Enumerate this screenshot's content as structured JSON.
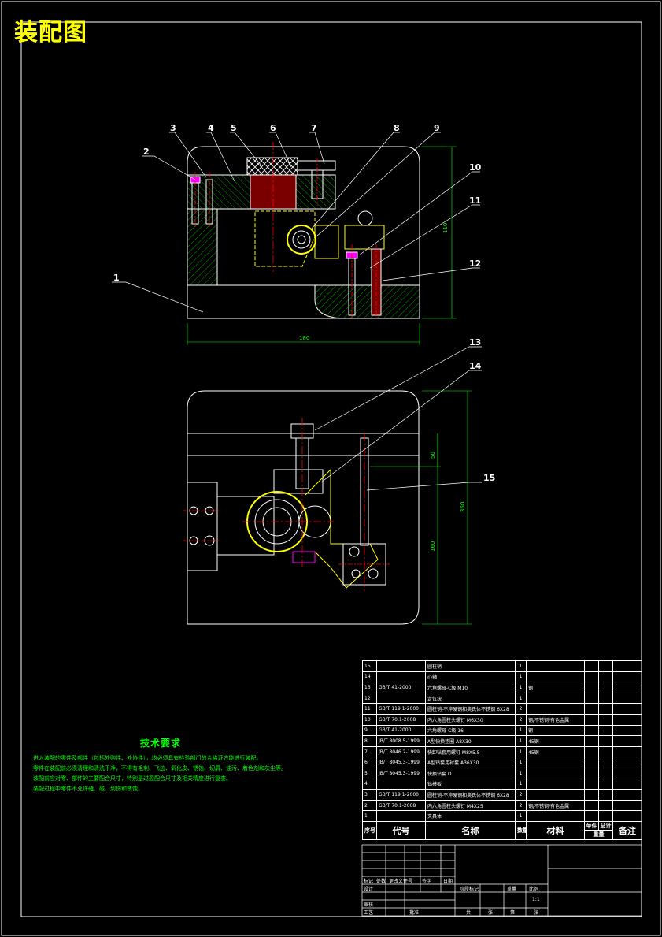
{
  "title": "装配图",
  "tech_requirements": {
    "heading": "技术要求",
    "lines": [
      "进入装配的零件及部件（包括外购件、外协件），均必须具有检验部门的合格证方能进行装配。",
      "零件在装配前必须清理和清洗干净，不得有毛刺、飞边、氧化皮、锈蚀、切屑、油污、着色剂和灰尘等。",
      "装配前应对零、部件的主要配合尺寸，特别是过盈配合尺寸及相关精度进行复查。",
      "装配过程中零件不允许磕、碰、划伤和锈蚀。"
    ]
  },
  "part_labels": [
    "1",
    "2",
    "3",
    "4",
    "5",
    "6",
    "7",
    "8",
    "9",
    "10",
    "11",
    "12",
    "13",
    "14",
    "15"
  ],
  "dimensions": {
    "width": "180",
    "height": "110",
    "top_height": "350",
    "lower_height": "160",
    "top_small": "50"
  },
  "bom": {
    "rows": [
      {
        "no": "15",
        "code": "",
        "name": "圆柱销",
        "qty": "1",
        "material": "",
        "note": ""
      },
      {
        "no": "14",
        "code": "",
        "name": "心轴",
        "qty": "1",
        "material": "",
        "note": ""
      },
      {
        "no": "13",
        "code": "GB/T 41-2000",
        "name": "六角螺母-C级 M10",
        "qty": "1",
        "material": "钢",
        "note": ""
      },
      {
        "no": "12",
        "code": "",
        "name": "定位块",
        "qty": "1",
        "material": "",
        "note": ""
      },
      {
        "no": "11",
        "code": "GB/T 119.1-2000",
        "name": "圆柱销-不淬硬钢和奥氏体不锈钢 6X28",
        "qty": "2",
        "material": "",
        "note": ""
      },
      {
        "no": "10",
        "code": "GB/T 70.1-2008",
        "name": "内六角圆柱头螺钉 M6X30",
        "qty": "2",
        "material": "钢/不锈钢/有色金属",
        "note": ""
      },
      {
        "no": "9",
        "code": "GB/T 41-2000",
        "name": "六角螺母-C级 16",
        "qty": "1",
        "material": "钢",
        "note": ""
      },
      {
        "no": "8",
        "code": "JB/T 8008.5-1999",
        "name": "A型快换垫圈 A8X30",
        "qty": "1",
        "material": "45钢",
        "note": ""
      },
      {
        "no": "7",
        "code": "JB/T 8046.2-1999",
        "name": "快卸钻套用螺钉 M8X5.5",
        "qty": "1",
        "material": "45钢",
        "note": ""
      },
      {
        "no": "6",
        "code": "JB/T 8045.3-1999",
        "name": "A型钻套用衬套 A36X30",
        "qty": "1",
        "material": "",
        "note": ""
      },
      {
        "no": "5",
        "code": "JB/T 8045.3-1999",
        "name": "快换钻套 D",
        "qty": "1",
        "material": "",
        "note": ""
      },
      {
        "no": "4",
        "code": "",
        "name": "钻模板",
        "qty": "1",
        "material": "",
        "note": ""
      },
      {
        "no": "3",
        "code": "GB/T 119.1-2000",
        "name": "圆柱销-不淬硬钢和奥氏体不锈钢 6X28",
        "qty": "2",
        "material": "",
        "note": ""
      },
      {
        "no": "2",
        "code": "GB/T 70.1-2008",
        "name": "内六角圆柱头螺钉 M4X25",
        "qty": "2",
        "material": "钢/不锈钢/有色金属",
        "note": ""
      },
      {
        "no": "1",
        "code": "",
        "name": "夹具体",
        "qty": "1",
        "material": "",
        "note": ""
      }
    ],
    "header": {
      "no": "序号",
      "code": "代号",
      "name": "名称",
      "qty": "数量",
      "material": "材料",
      "unit": "单件",
      "total": "总计",
      "weight": "重量",
      "note": "备注"
    }
  },
  "title_block": {
    "labels": [
      "标记",
      "处数",
      "更改文件号",
      "签字",
      "日期",
      "设计",
      "审核",
      "工艺",
      "批准",
      "阶段标记",
      "重量",
      "比例",
      "共",
      "张",
      "第",
      "张"
    ],
    "scale": "1:1"
  },
  "colors": {
    "background": "#000000",
    "outline": "#ffffff",
    "part_yellow": "#ffff00",
    "section_green": "#00c000",
    "center_red": "#ff0000",
    "hole_magenta": "#ff00ff",
    "dimension": "#00ff00",
    "title_color": "#ffff00"
  }
}
